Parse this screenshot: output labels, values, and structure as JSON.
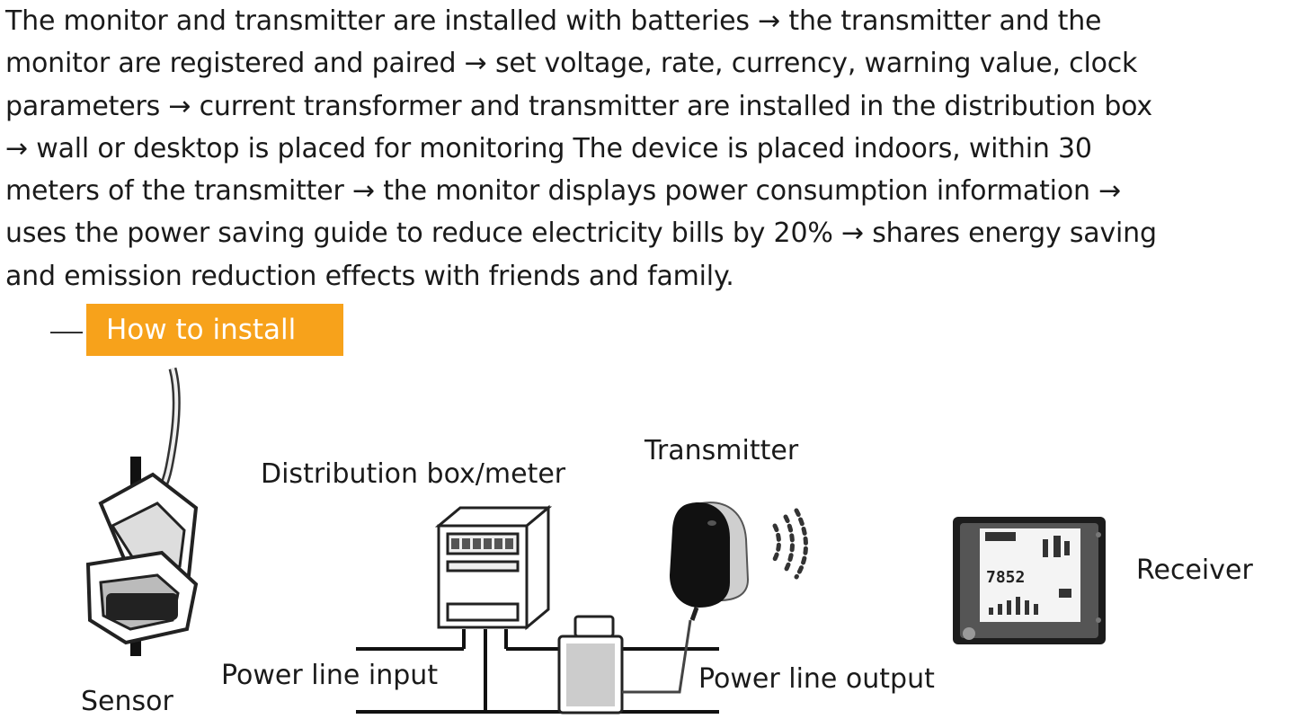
{
  "intro": {
    "text": "The monitor and transmitter are installed with batteries → the transmitter and the\nmonitor are registered and paired → set voltage, rate, currency, warning value, clock\nparameters → current transformer and transmitter are installed in the distribution box\n→ wall or desktop is placed for monitoring The device is placed indoors, within 30\nmeters of the transmitter → the monitor displays power consumption information →\n uses the power saving guide to reduce electricity bills by 20% → shares energy saving\nand emission reduction effects with friends and family."
  },
  "section": {
    "badge": "How to install"
  },
  "labels": {
    "transmitter": "Transmitter",
    "distribution_box": "Distribution box/meter",
    "receiver": "Receiver",
    "power_line_input": "Power line input",
    "power_line_output": "Power line output",
    "sensor": "Sensor"
  },
  "receiver_screen": {
    "reading": "7852"
  },
  "colors": {
    "badge": "#f7a21b",
    "ink": "#1a1a1a"
  }
}
